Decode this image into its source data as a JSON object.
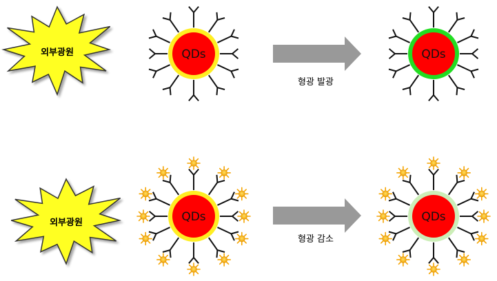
{
  "rows": [
    {
      "source_label": "외부광원",
      "particle_label": "QDs",
      "arrow_label": "형광 발광",
      "has_quenchers": false,
      "result_shell_color": "#22dd22"
    },
    {
      "source_label": "외부광원",
      "particle_label": "QDs",
      "arrow_label": "형광 감소",
      "has_quenchers": true,
      "result_shell_color": "#cceeb8"
    }
  ],
  "colors": {
    "core": "#ff0000",
    "shell_before": "#ffee22",
    "burst_fill": "#ffff22",
    "arrow": "#999999",
    "sun": "#f5a400",
    "sun_core": "#ffcc33"
  }
}
